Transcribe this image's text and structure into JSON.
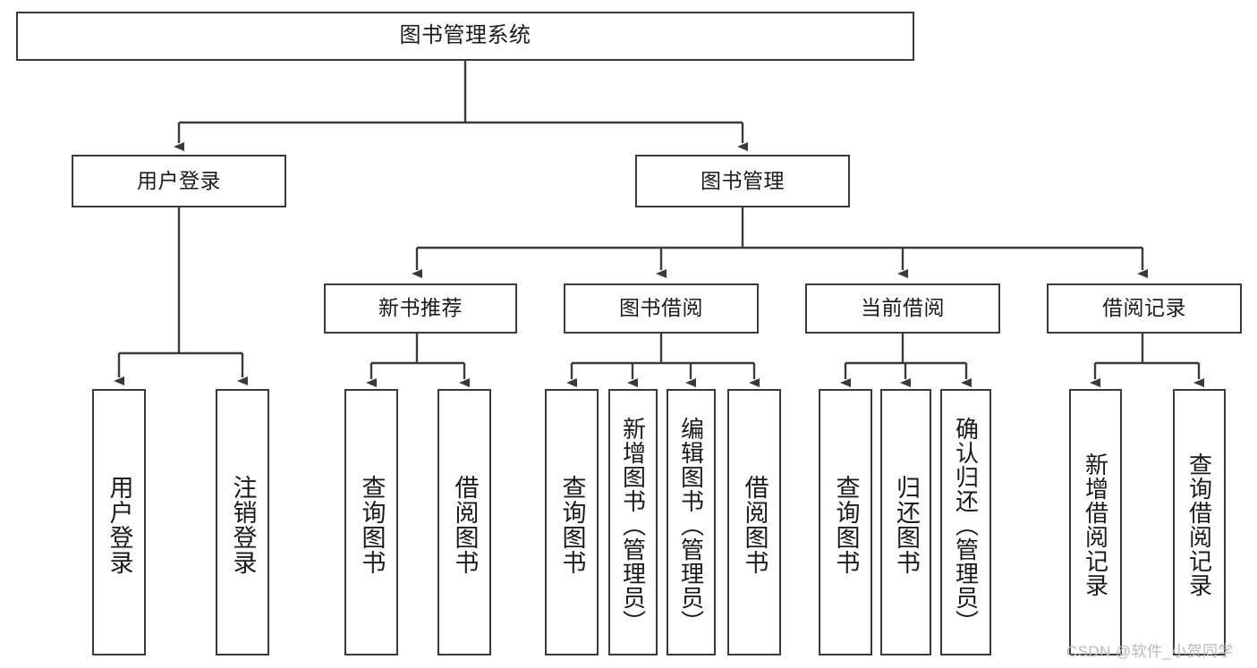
{
  "diagram": {
    "title": "图书管理系统",
    "type": "functional-structure-tree",
    "root": {
      "id": "root",
      "label": "图书管理系统"
    },
    "level1": [
      {
        "id": "user-login",
        "label": "用户登录"
      },
      {
        "id": "book-manage",
        "label": "图书管理"
      }
    ],
    "level2": [
      {
        "id": "new-book-recommend",
        "label": "新书推荐"
      },
      {
        "id": "book-borrow",
        "label": "图书借阅"
      },
      {
        "id": "current-borrow",
        "label": "当前借阅"
      },
      {
        "id": "borrow-record",
        "label": "借阅记录"
      }
    ],
    "leaves": {
      "user_login": [
        {
          "id": "leaf-user-login",
          "label": "用户登录"
        },
        {
          "id": "leaf-user-logout",
          "label": "注销登录"
        }
      ],
      "new_book_recommend": [
        {
          "id": "leaf-query-book-1",
          "label": "查询图书"
        },
        {
          "id": "leaf-borrow-book-1",
          "label": "借阅图书"
        }
      ],
      "book_borrow": [
        {
          "id": "leaf-query-book-2",
          "label": "查询图书"
        },
        {
          "id": "leaf-add-book",
          "label": "新增图书（管理员）"
        },
        {
          "id": "leaf-edit-book",
          "label": "编辑图书（管理员）"
        },
        {
          "id": "leaf-borrow-book-2",
          "label": "借阅图书"
        }
      ],
      "current_borrow": [
        {
          "id": "leaf-query-book-3",
          "label": "查询图书"
        },
        {
          "id": "leaf-return-book",
          "label": "归还图书"
        },
        {
          "id": "leaf-confirm-return",
          "label": "确认归还（管理员）"
        }
      ],
      "borrow_record": [
        {
          "id": "leaf-add-record",
          "label": "新增借阅记录"
        },
        {
          "id": "leaf-query-record",
          "label": "查询借阅记录"
        }
      ]
    }
  },
  "watermark": {
    "text": "CSDN @软件_小贺同学"
  },
  "colors": {
    "border": "#3a3a3a",
    "text": "#1a1a1a",
    "background": "#ffffff",
    "watermark": "#b9b9b9"
  }
}
